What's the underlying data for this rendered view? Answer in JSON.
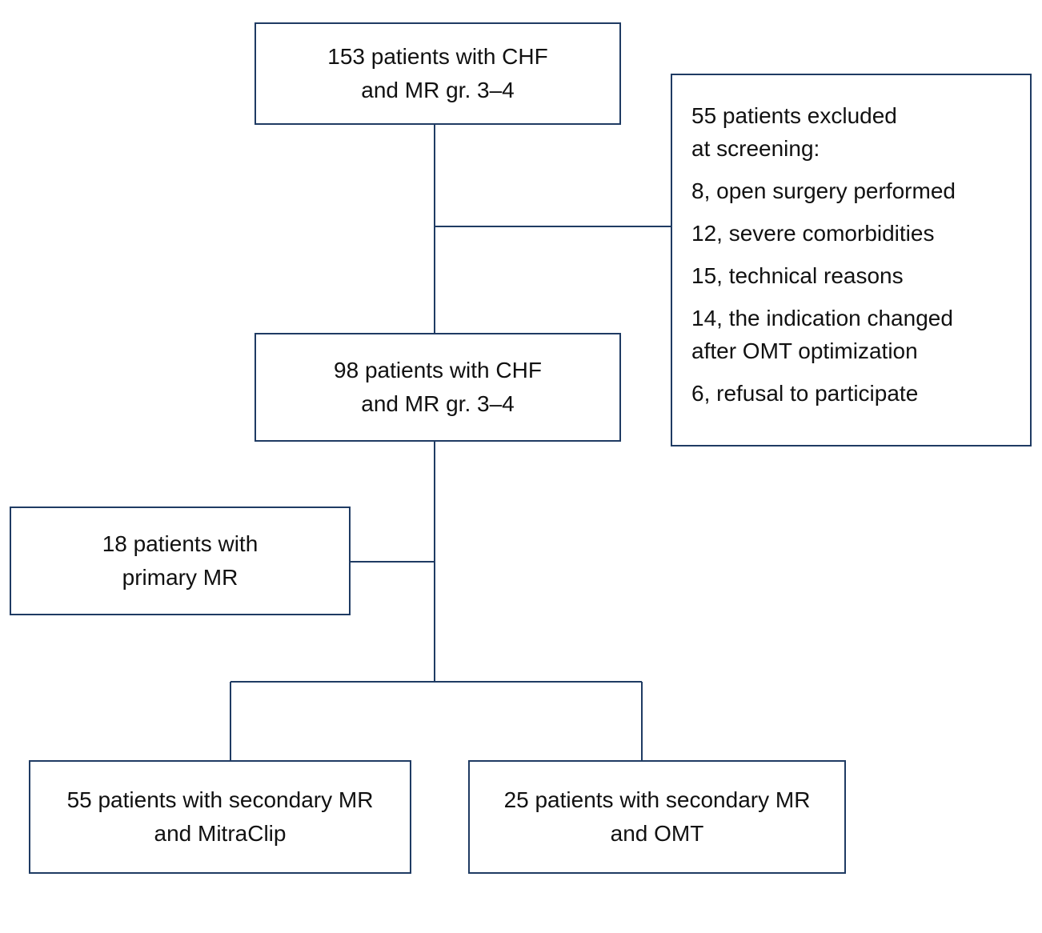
{
  "top_box": {
    "lines": [
      "153 patients with CHF",
      "and MR gr. 3–4"
    ]
  },
  "excluded_box": {
    "heading": [
      "55 patients excluded",
      "at screening:"
    ],
    "reasons": [
      "8, open surgery performed",
      "12, severe comorbidities",
      "15, technical reasons",
      "14, the indication changed",
      "after OMT optimization",
      "6, refusal to participate"
    ]
  },
  "middle_box": {
    "lines": [
      "98 patients with CHF",
      "and MR gr. 3–4"
    ]
  },
  "primary_box": {
    "lines": [
      "18 patients with",
      "primary MR"
    ]
  },
  "mitraclip_box": {
    "lines": [
      "55 patients with secondary MR",
      "and MitraClip"
    ]
  },
  "omt_box": {
    "lines": [
      "25 patients with secondary MR",
      "and OMT"
    ]
  },
  "colors": {
    "border": "#1f3b63",
    "text": "#111111",
    "background": "#ffffff"
  }
}
